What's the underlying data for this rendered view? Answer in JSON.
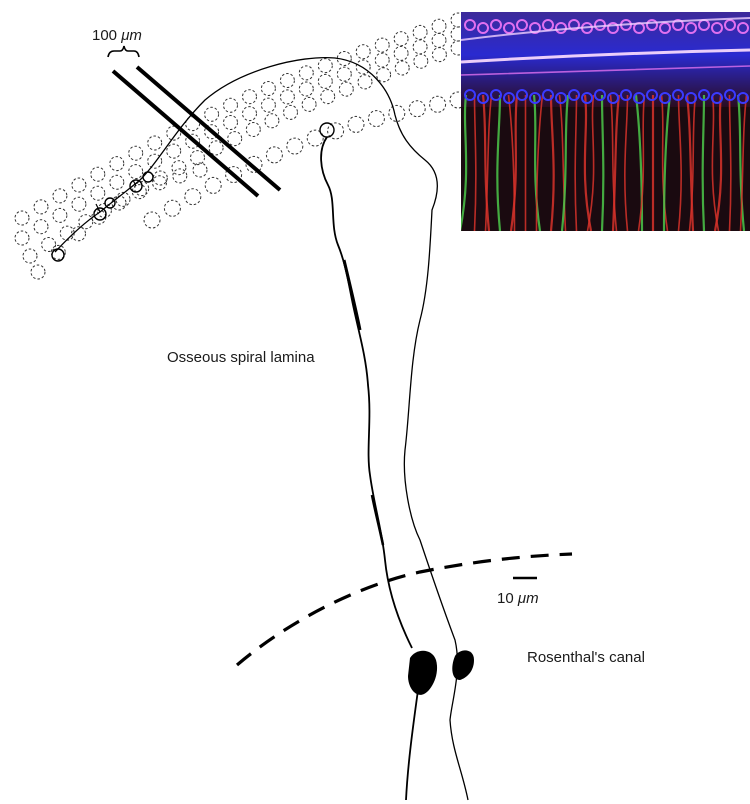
{
  "labels": {
    "scale_top_num": "100",
    "scale_top_unit": "μm",
    "scale_bottom_num": "10",
    "scale_bottom_unit": "μm",
    "osseous": "Osseous spiral lamina",
    "rosenthal": "Rosenthal's canal"
  },
  "colors": {
    "ink": "#000000",
    "inset_background": "#1a0a10",
    "inset_red": "#d8322a",
    "inset_green": "#4cc84a",
    "inset_blue": "#3a3aff",
    "inset_magenta": "#e070f0"
  }
}
